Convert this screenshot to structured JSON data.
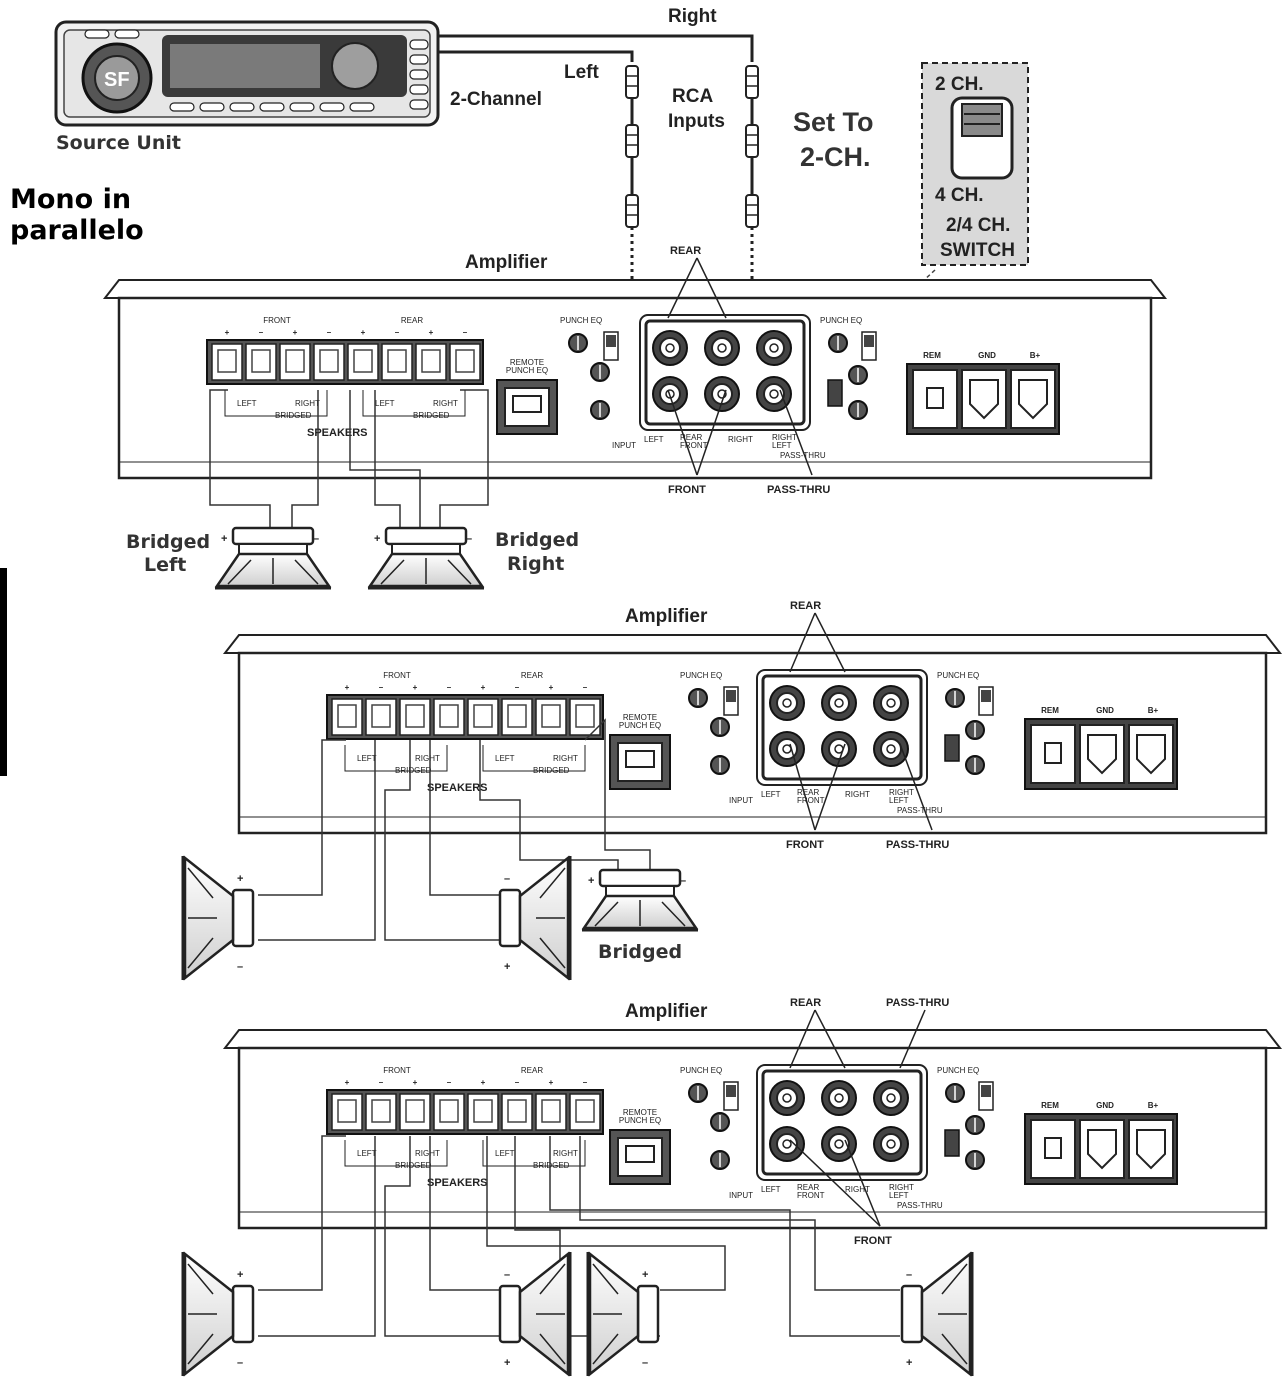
{
  "side": {
    "title": "Mono in\nparallelo"
  },
  "source": {
    "label": "Source Unit",
    "mode": "2-Channel",
    "left": "Left",
    "right": "Right",
    "rca": [
      "RCA",
      "Inputs"
    ]
  },
  "switch": {
    "set_to": [
      "Set To",
      "2-CH."
    ],
    "top": "2 CH.",
    "bottom": "4 CH.",
    "name": [
      "2/4 CH.",
      "SWITCH"
    ]
  },
  "amp": {
    "title": "Amplifier",
    "front": "FRONT",
    "rear": "REAR",
    "pass_thru": "PASS-THRU",
    "left": "LEFT",
    "right": "RIGHT",
    "bridged": "BRIDGED",
    "speakers": "SPEAKERS",
    "remote_punch": [
      "REMOTE",
      "PUNCH EQ"
    ],
    "punch_eq": "PUNCH EQ",
    "rem": "REM",
    "gnd": "GND",
    "bplus": "B+",
    "input": "INPUT",
    "plus": "+",
    "minus": "–"
  },
  "d1": {
    "bridged_left": [
      "Bridged",
      "Left"
    ],
    "bridged_right": [
      "Bridged",
      "Right"
    ]
  },
  "d2": {
    "bridged": "Bridged"
  }
}
